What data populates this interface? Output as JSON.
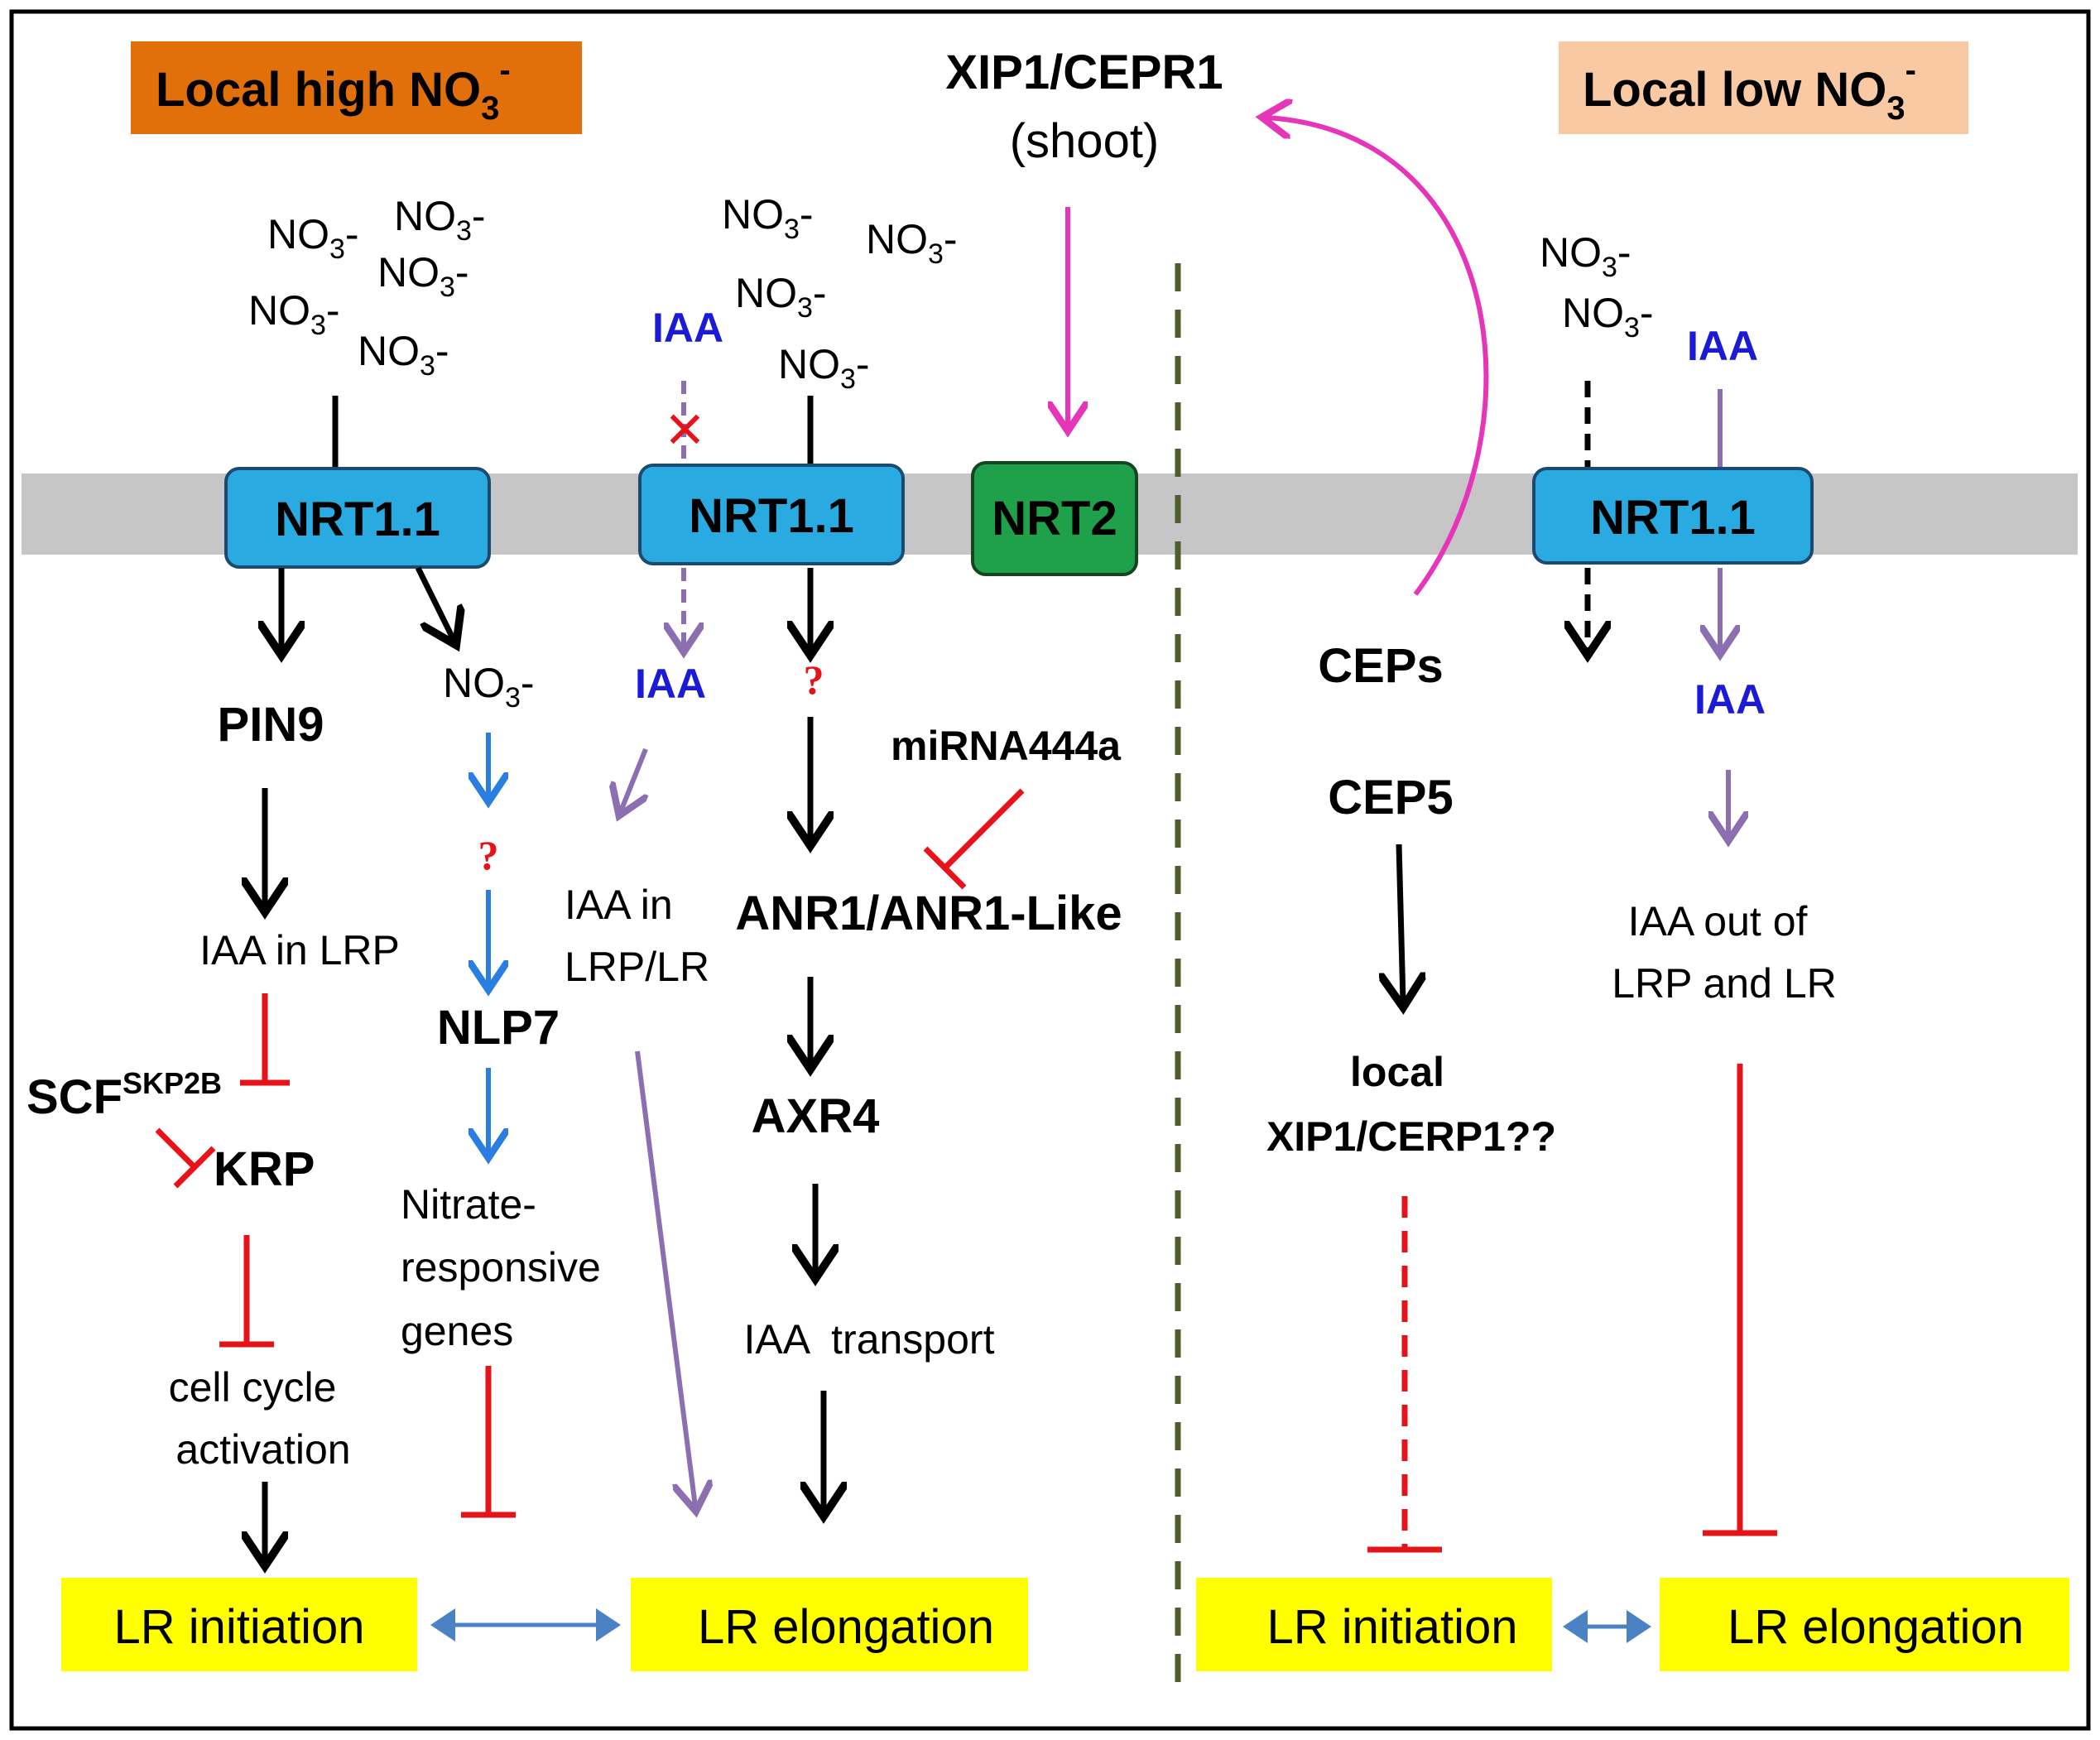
{
  "colors": {
    "membrane": "#c6c6c6",
    "nrt11_fill": "#29abe2",
    "nrt2_fill": "#1fa04a",
    "high_no3_box": "#e2700a",
    "low_no3_box": "#f9c9a4",
    "lr_box": "#ffff00",
    "iaa_text": "#1b1bd6",
    "red_inhibit": "#e6141a",
    "blue_arrow": "#2a7de1",
    "purple_arrow": "#8c6fb1",
    "magenta_arrow": "#e535b8",
    "double_arrow": "#4a82c4",
    "divider": "#4f5d2f"
  },
  "headers": {
    "high_no3_main": "Local high NO",
    "high_no3_sub": "3",
    "high_no3_sup": "-",
    "low_no3_main": "Local low NO",
    "low_no3_sub": "3",
    "low_no3_sup": "-"
  },
  "shoot": {
    "receptor": "XIP1/CEPR1",
    "location": "(shoot)"
  },
  "nitrate": {
    "base": "NO",
    "sub": "3",
    "sup": "-"
  },
  "transporters": {
    "nrt11": "NRT1.1",
    "nrt2": "NRT2"
  },
  "high_left_path": {
    "pin9": "PIN9",
    "iaa_in_lrp": "IAA in LRP",
    "scf": "SCF",
    "scf_sup": "SKP2B",
    "krp": "KRP",
    "cell_cycle_1": "cell cycle",
    "cell_cycle_2": "activation"
  },
  "high_nitrate_path": {
    "unknown": "?",
    "nlp7": "NLP7",
    "genes_1": "Nitrate-",
    "genes_2": "responsive",
    "genes_3": "genes"
  },
  "high_iaa_path": {
    "iaa_top": "IAA",
    "block_mark": "×",
    "iaa_mid": "IAA",
    "iaa_in_1": "IAA in",
    "iaa_in_2": "LRP/LR"
  },
  "high_anr_path": {
    "unknown": "?",
    "mirna": "miRNA444a",
    "anr1": "ANR1/ANR1-Like",
    "axr4": "AXR4",
    "iaa_transport": "IAA  transport"
  },
  "low_path": {
    "ceps": "CEPs",
    "cep5": "CEP5",
    "local_1": "local",
    "local_2": "XIP1/CERP1??",
    "iaa_top": "IAA",
    "iaa_mid": "IAA",
    "iaa_out_1": "IAA out of",
    "iaa_out_2": "LRP and LR"
  },
  "outcomes": {
    "high_initiation": "LR initiation",
    "high_elongation": "LR elongation",
    "low_initiation": "LR initiation",
    "low_elongation": "LR elongation"
  }
}
